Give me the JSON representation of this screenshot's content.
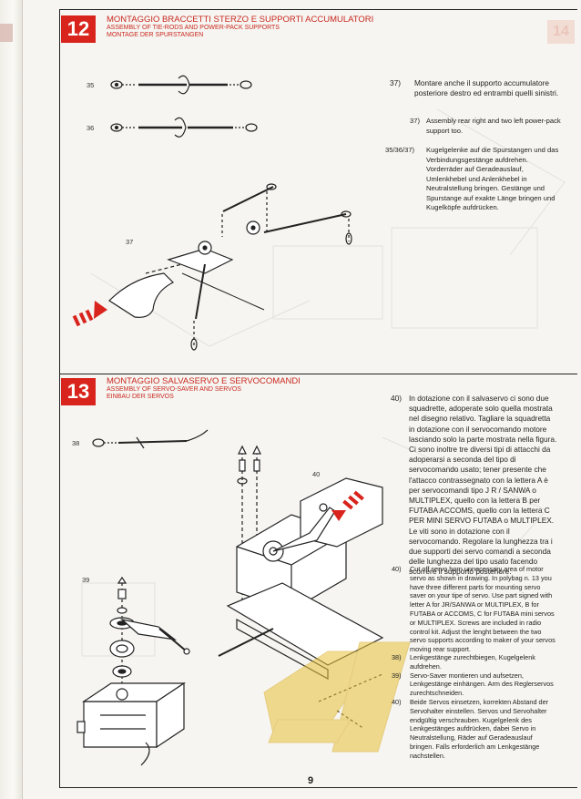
{
  "page_number": "9",
  "ghost_tab": "14",
  "section12": {
    "badge": "12",
    "title_it": "MONTAGGIO BRACCETTI STERZO E SUPPORTI ACCUMULATORI",
    "title_en": "ASSEMBLY OF TIE-RODS AND POWER-PACK SUPPORTS",
    "title_de": "MONTAGE DER SPURSTANGEN",
    "labels": {
      "p35": "35",
      "p36": "36",
      "p37": "37"
    },
    "text_it_num": "37)",
    "text_it": "Montare anche il supporto accumulatore posteriore destro ed entrambi quelli sinistri.",
    "text_en_num": "37)",
    "text_en": "Assembly rear right and two left power-pack support too.",
    "text_de_num": "35/36/37)",
    "text_de": "Kugelgelenke auf die Spurstangen und das Verbindungsgestänge aufdrehen. Vorderräder auf Geradeauslauf, Umlenkhebel und Anlenkhebel in Neutralstellung bringen. Gestänge und Spurstange auf exakte Länge bringen und Kugelköpfe aufdrücken."
  },
  "section13": {
    "badge": "13",
    "title_it": "MONTAGGIO SALVASERVO E SERVOCOMANDI",
    "title_en": "ASSEMBLY OF SERVO-SAVER AND SERVOS",
    "title_de": "EINBAU DER SERVOS",
    "labels": {
      "p38": "38",
      "p39": "39",
      "p40": "40"
    },
    "text_it_num": "40)",
    "text_it": "In dotazione con il salvaservo ci sono due squadrette, adoperate solo quella mostrata nel disegno relativo. Tagliare la squadretta in dotazione con il servocomando motore lasciando solo la parte mostrata nella figura. Ci sono inoltre tre diversi tipi di attacchi da adoperarsi a seconda del tipo di servocomando usato; tener presente che l'attacco contrassegnato con la lettera A è per servocomandi tipo J R / SANWA o MULTIPLEX, quello con la lettera B per FUTABA ACCOMS, quello con la lettera C PER MINI SERVO FUTABA o MULTIPLEX. Le viti sono in dotazione con il servocomando. Regolare la lunghezza tra i due supporti dei servo comandi a seconda delle lunghezza del tipo usato facendo scorrere il supporto posteriore.",
    "text_en_num": "40)",
    "text_en": "Cut off servo horn unnecessary area of motor servo as shown in drawing. In polybag n. 13 you have three different parts for mounting servo saver on your tipe of servo. Use part signed with letter A for JR/SANWA or MULTIPLEX, B for FUTABA or ACCOMS, C for FUTABA mini servos or MULTIPLEX. Screws are included in radio control kit. Adjust the lenght between the two servo supports according to maker of your servos moving rear support.",
    "text_de_items": [
      {
        "num": "38)",
        "text": "Lenkgestänge zurechtbiegen, Kugelgelenk aufdrehen."
      },
      {
        "num": "39)",
        "text": "Servo-Saver montieren und aufsetzen, Lenkgestänge einhängen. Arm des Reglerservos zurechtschneiden."
      },
      {
        "num": "40)",
        "text": "Beide Servos einsetzen, korrekten Abstand der Servohalter einstellen. Servos und Servohalter endgültig verschrauben. Kugelgelenk des Lenkgestänges aufdrücken, dabei Servo in Neutralstellung, Räder auf Geradeauslauf bringen. Falls erforderlich am Lenkgestänge nachstellen."
      }
    ]
  },
  "colors": {
    "accent": "#d9241d",
    "watermark": "#e9c23b"
  }
}
